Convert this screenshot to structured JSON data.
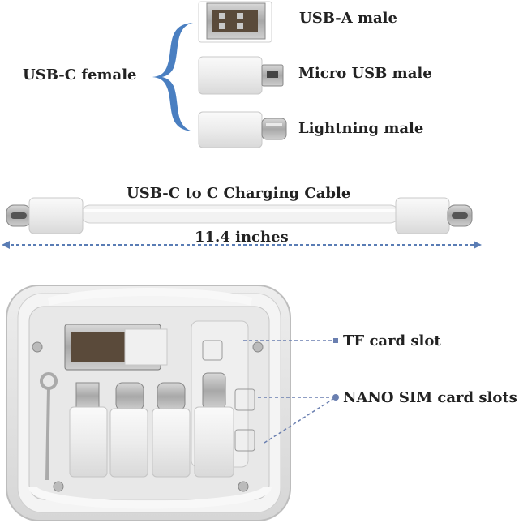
{
  "adapters": {
    "group_label": "USB-C female",
    "items": [
      {
        "label": "USB-A male"
      },
      {
        "label": "Micro USB male"
      },
      {
        "label": "Lightning male"
      }
    ]
  },
  "cable": {
    "title": "USB-C to C Charging Cable",
    "length": "11.4 inches"
  },
  "case": {
    "callouts": [
      {
        "label": "TF card slot"
      },
      {
        "label": "NANO SIM card slots"
      }
    ]
  },
  "colors": {
    "brace": "#4a7fc1",
    "dimension_line": "#5a7db5",
    "callout_line": "#6a7fb0",
    "plastic": "#e9e9e9",
    "case_outer": "#dcdcdc"
  }
}
